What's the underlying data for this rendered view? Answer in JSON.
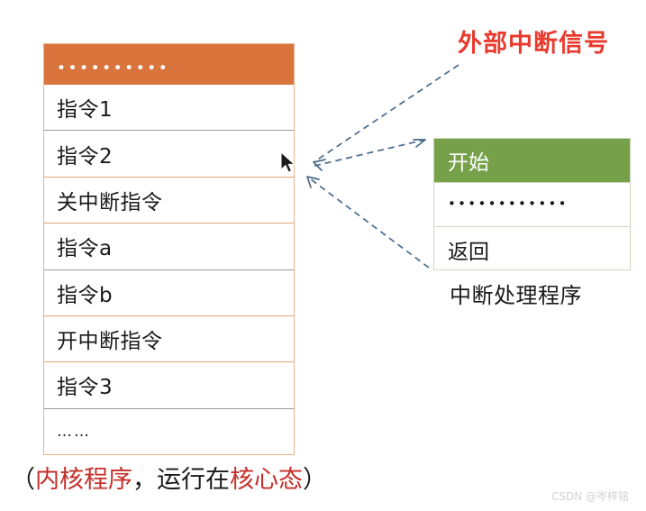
{
  "diagram": {
    "title_hidden": "",
    "kernel_program": {
      "header_dots": "••••••••••",
      "rows": [
        {
          "label": "指令1",
          "separator": "gray"
        },
        {
          "label": "指令2",
          "separator": "orange"
        },
        {
          "label": "关中断指令",
          "separator": "orange"
        },
        {
          "label": "指令a",
          "separator": "gray"
        },
        {
          "label": "指令b",
          "separator": "orange"
        },
        {
          "label": "开中断指令",
          "separator": "orange"
        },
        {
          "label": "指令3",
          "separator": "gray"
        },
        {
          "label": "……",
          "separator": "none"
        }
      ],
      "caption_prefix": "（",
      "caption_hl1": "内核程序",
      "caption_mid": "，运行在",
      "caption_hl2": "核心态",
      "caption_suffix": "）",
      "header_color": "#D9743C",
      "border_color": "#E8B48C"
    },
    "interrupt_handler": {
      "rows": [
        {
          "label": "开始",
          "style": "header"
        },
        {
          "label": "••••••••••••",
          "style": "dots"
        },
        {
          "label": "返回",
          "style": "normal"
        }
      ],
      "caption": "中断处理程序",
      "header_color": "#76A14A",
      "border_color": "#CBD9BC"
    },
    "external_signal_label": "外部中断信号",
    "signal_label_color": "#E83A2E",
    "arrow_color": "#4A6B8A",
    "arrows": [
      {
        "name": "signal-to-kernel",
        "from": "外部中断信号",
        "to": "指令2/关中断指令边界"
      },
      {
        "name": "kernel-to-handler",
        "from": "指令2/关中断指令边界",
        "to": "中断处理程序开始"
      },
      {
        "name": "handler-to-kernel",
        "from": "中断处理程序返回",
        "to": "指令2/关中断指令边界"
      }
    ]
  },
  "watermark": "CSDN @岑梓铭"
}
